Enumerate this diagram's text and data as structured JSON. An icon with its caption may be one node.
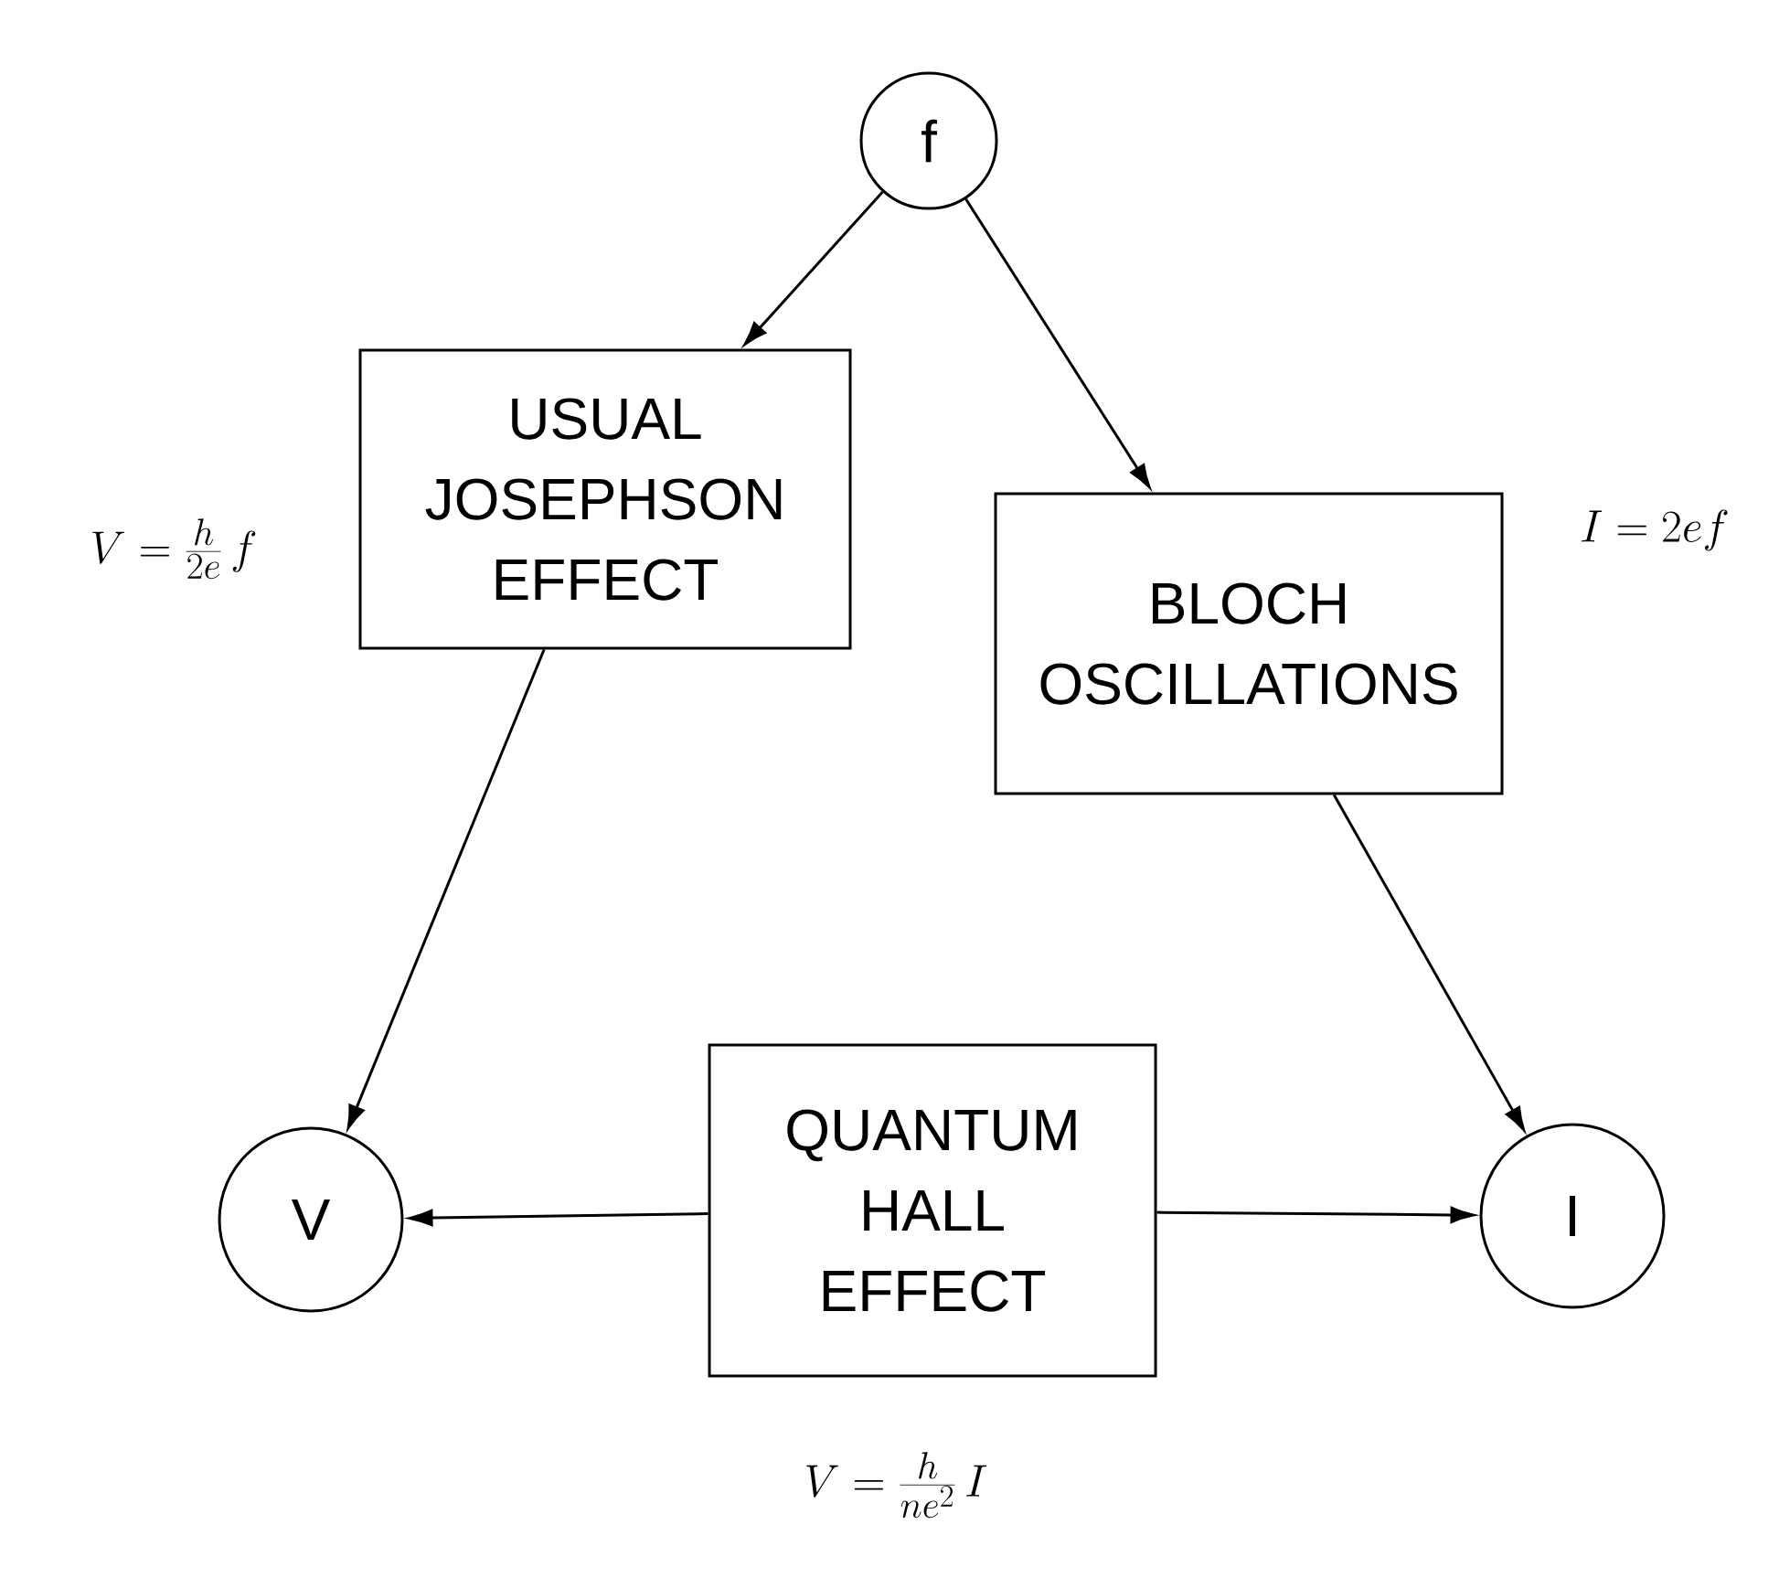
{
  "diagram": {
    "nodes": [
      {
        "text": [
          "f"
        ]
      },
      {
        "text": [
          "USUAL JOSEPHSON EFFECT"
        ]
      },
      {
        "text": [
          "BLOCH OSCILLATIONS"
        ]
      },
      {
        "text": [
          "V"
        ]
      },
      {
        "text": [
          "QUANTUM HALL EFFECT"
        ]
      },
      {
        "text": [
          "I"
        ]
      }
    ],
    "edges": [
      {
        "from": 0,
        "to": 1,
        "arrow": "to"
      },
      {
        "from": 0,
        "to": 2,
        "arrow": "to"
      },
      {
        "from": 1,
        "to": 3,
        "arrow": "to"
      },
      {
        "from": 2,
        "to": 5,
        "arrow": "to"
      },
      {
        "from": 4,
        "to": 3,
        "arrow": "to"
      },
      {
        "from": 4,
        "to": 5,
        "arrow": "to"
      }
    ],
    "labels": [
      "V=\\frac{h}{2e}\\,f",
      "I=2ef",
      "V=\\frac{h}{ne^{2}}\\,I"
    ]
  }
}
